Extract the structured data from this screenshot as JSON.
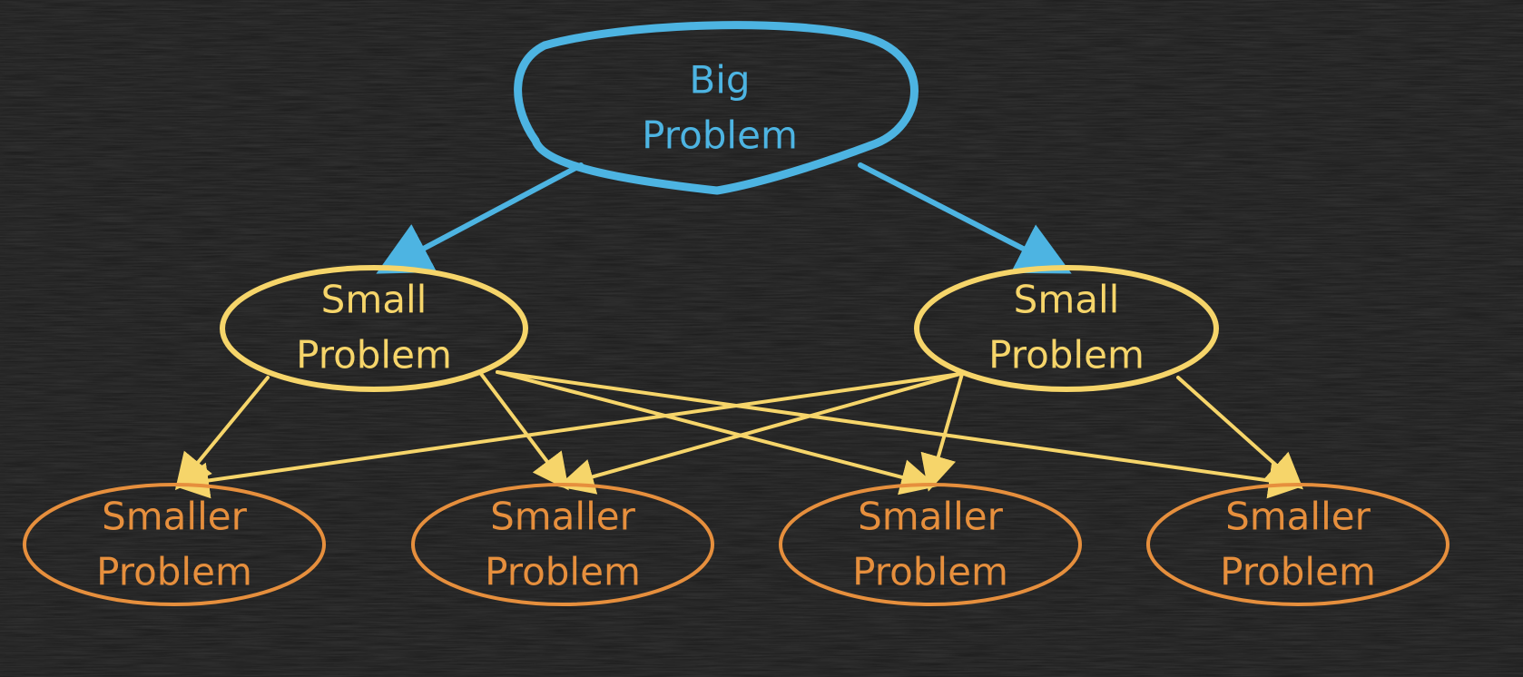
{
  "colors": {
    "background": "#1b1b1b",
    "root": "#4db4e2",
    "mid": "#f6d56a",
    "leaf": "#e68f3d"
  },
  "nodes": {
    "root": {
      "line1": "Big",
      "line2": "Problem"
    },
    "mid_left": {
      "line1": "Small",
      "line2": "Problem"
    },
    "mid_right": {
      "line1": "Small",
      "line2": "Problem"
    },
    "leaf_1": {
      "line1": "Smaller",
      "line2": "Problem"
    },
    "leaf_2": {
      "line1": "Smaller",
      "line2": "Problem"
    },
    "leaf_3": {
      "line1": "Smaller",
      "line2": "Problem"
    },
    "leaf_4": {
      "line1": "Smaller",
      "line2": "Problem"
    }
  },
  "edges": [
    {
      "from": "root",
      "to": "mid_left"
    },
    {
      "from": "root",
      "to": "mid_right"
    },
    {
      "from": "mid_left",
      "to": "leaf_1"
    },
    {
      "from": "mid_left",
      "to": "leaf_2"
    },
    {
      "from": "mid_left",
      "to": "leaf_3"
    },
    {
      "from": "mid_left",
      "to": "leaf_4"
    },
    {
      "from": "mid_right",
      "to": "leaf_1"
    },
    {
      "from": "mid_right",
      "to": "leaf_2"
    },
    {
      "from": "mid_right",
      "to": "leaf_3"
    },
    {
      "from": "mid_right",
      "to": "leaf_4"
    }
  ]
}
